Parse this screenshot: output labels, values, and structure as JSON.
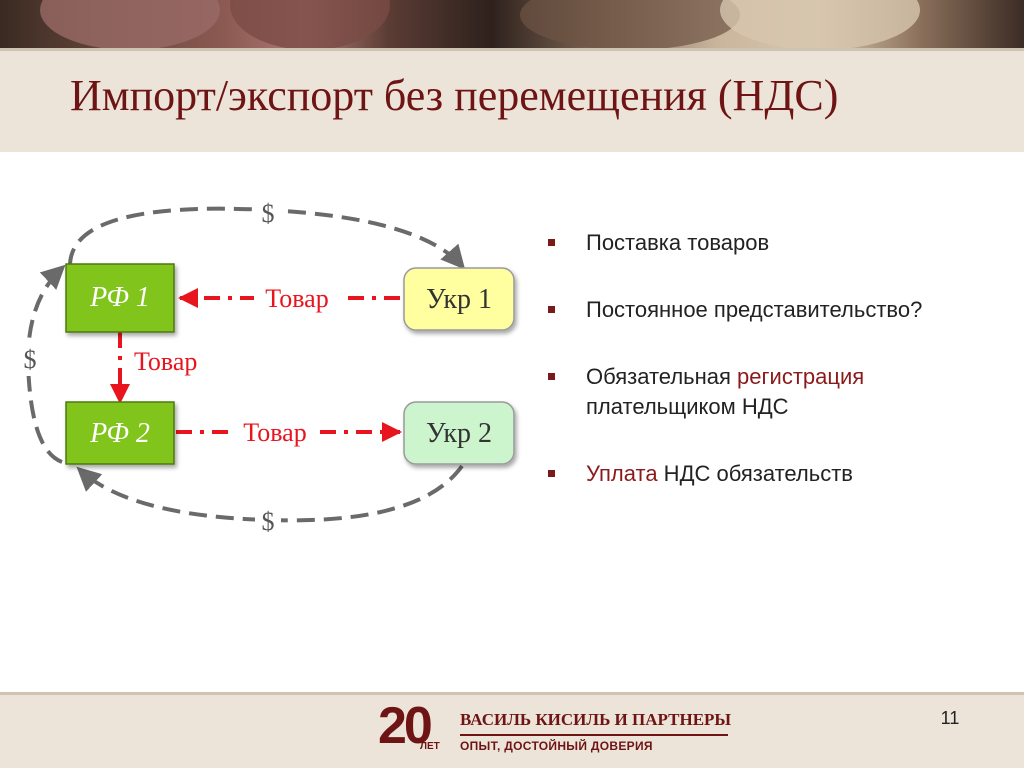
{
  "title": "Импорт/экспорт без перемещения (НДС)",
  "diagram": {
    "nodes": {
      "rf1": "РФ 1",
      "rf2": "РФ 2",
      "ukr1": "Укр 1",
      "ukr2": "Укр 2"
    },
    "edges": {
      "goods_ukr1_rf1": "Товар",
      "goods_rf1_rf2": "Товар",
      "goods_rf2_ukr2": "Товар",
      "money_top": "$",
      "money_left": "$",
      "money_bottom": "$"
    }
  },
  "bullets": [
    {
      "text": "Поставка товаров"
    },
    {
      "text": "Постоянное представительство?"
    },
    {
      "pre": "Обязательная ",
      "highlight": "регистрация",
      "post": " плательщиком НДС"
    },
    {
      "highlight": "Уплата",
      "post": " НДС обязательств"
    }
  ],
  "footer": {
    "page_number": "11",
    "logo_number": "20",
    "logo_years": "ЛЕТ",
    "logo_firm": "ВАСИЛЬ КИСИЛЬ И ПАРТНЕРЫ",
    "logo_slogan": "ОПЫТ, ДОСТОЙНЫЙ ДОВЕРИЯ"
  },
  "colors": {
    "title": "#6e1414",
    "goods_arrow": "#e8141e",
    "money_arrow": "#6a6a6a",
    "rf_box": "#80c41c",
    "ukr1_box": "#ffffa0",
    "ukr2_box": "#cdf5cd",
    "highlight": "#8b1a1a"
  }
}
